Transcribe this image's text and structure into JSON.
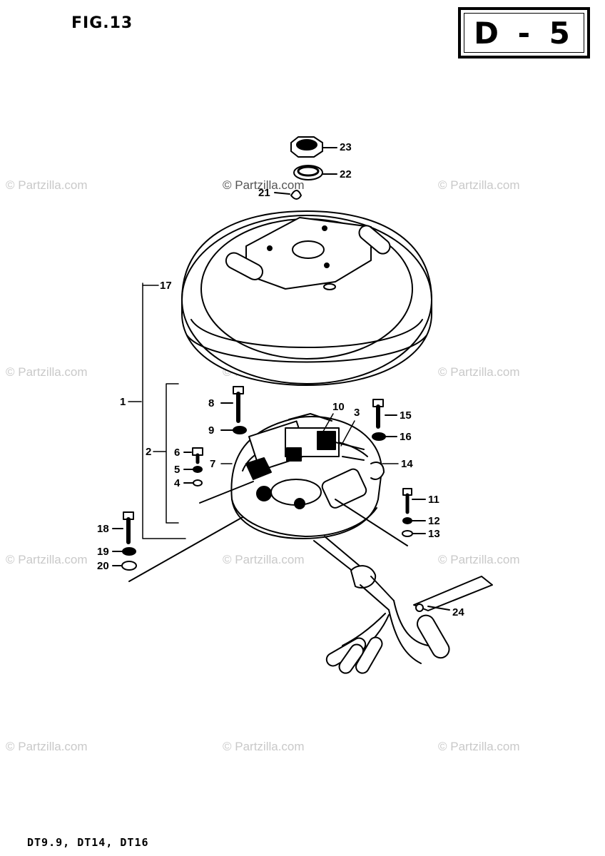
{
  "header": {
    "figure": "FIG.13",
    "page_code": "D - 5"
  },
  "footer": {
    "models": "DT9.9, DT14, DT16"
  },
  "watermark": "© Partzilla.com",
  "callouts": {
    "c1": "1",
    "c2": "2",
    "c3": "3",
    "c4": "4",
    "c5": "5",
    "c6": "6",
    "c7": "7",
    "c8": "8",
    "c9": "9",
    "c10": "10",
    "c11": "11",
    "c12": "12",
    "c13": "13",
    "c14": "14",
    "c15": "15",
    "c16": "16",
    "c17": "17",
    "c18": "18",
    "c19": "19",
    "c20": "20",
    "c21": "21",
    "c22": "22",
    "c23": "23",
    "c24": "24"
  }
}
